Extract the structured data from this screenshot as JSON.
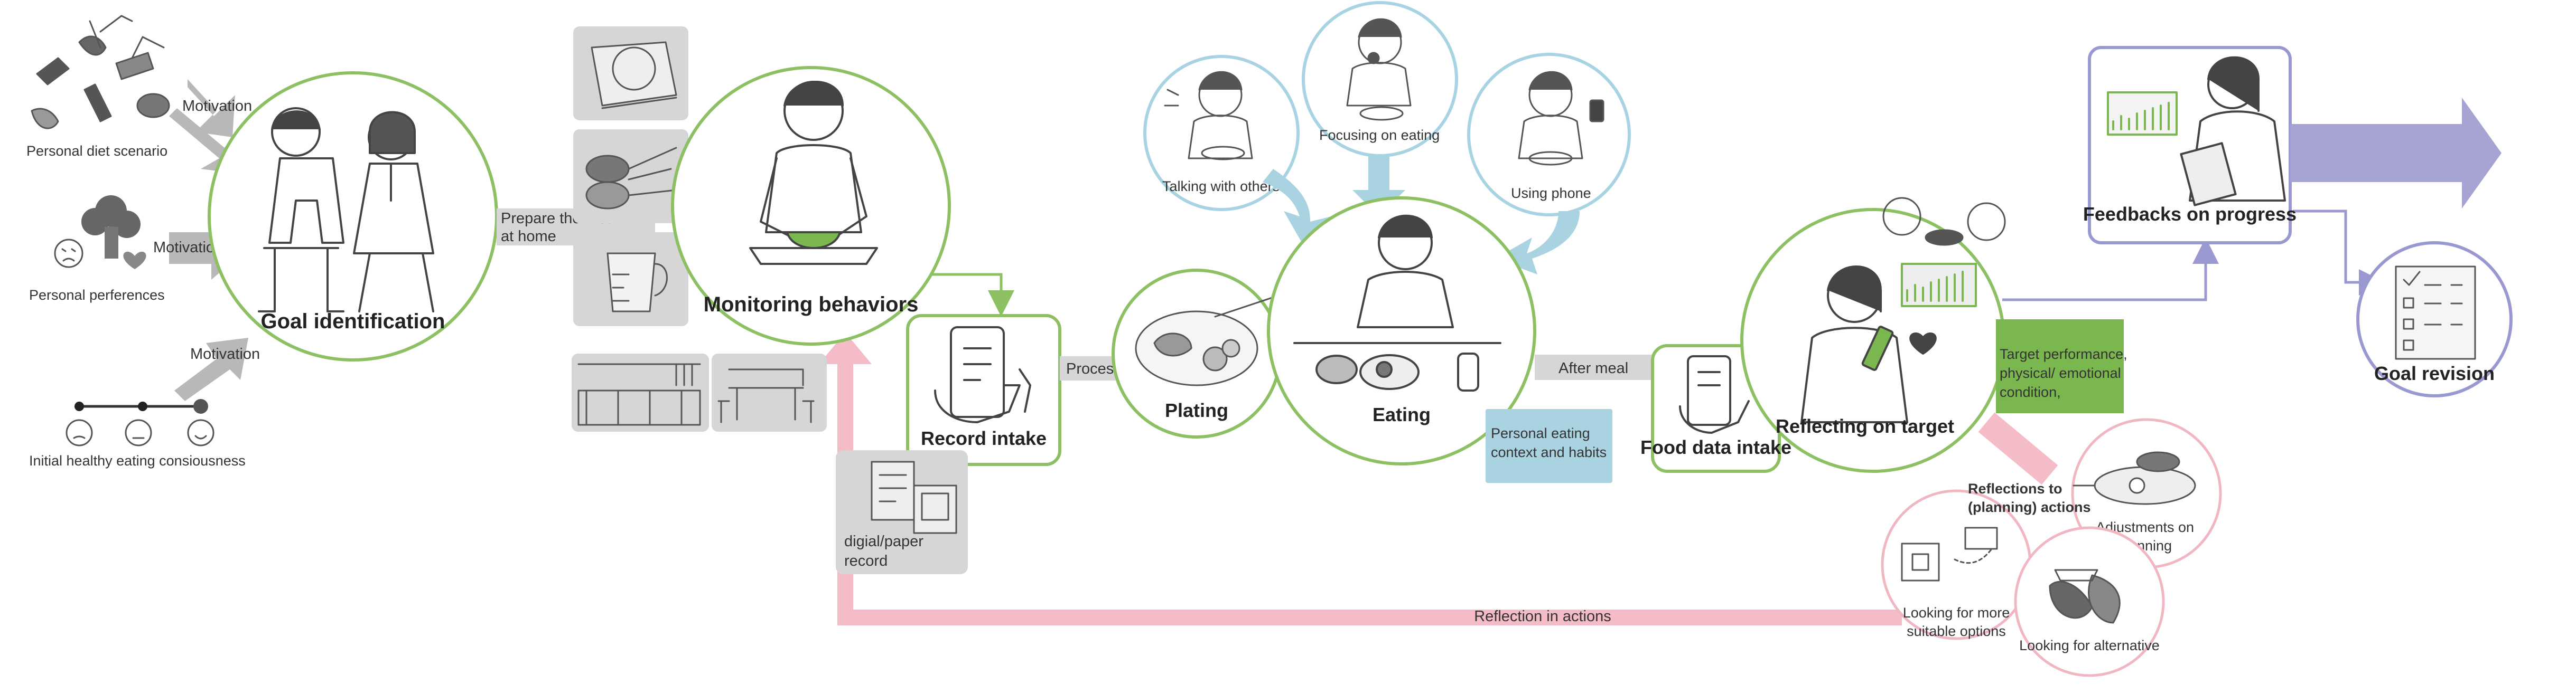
{
  "colors": {
    "green": "#8cc063",
    "green_fill": "#7ab84f",
    "blue": "#a8d3e3",
    "blue_fill": "#a9d3e0",
    "purple": "#9a98d0",
    "purple_fill": "#a5a4d2",
    "pink": "#f3bcc6",
    "pink_stroke": "#ea9fb0",
    "gray": "#c9c9c9",
    "gray_box": "#d6d6d6"
  },
  "inputs": {
    "diet_scenario": "Personal diet scenario",
    "preferences": "Personal perferences",
    "consciousness": "Initial healthy eating consiousness",
    "motivation_1": "Motivation",
    "motivation_2": "Motivation",
    "motivation_3": "Motivation"
  },
  "stages": {
    "goal_identification": "Goal identification",
    "prepare_line1": "Prepare the meal",
    "prepare_line2": "at home",
    "monitoring": "Monitoring behaviors",
    "record_intake": "Record intake",
    "process": "Process",
    "plating": "Plating",
    "eating": "Eating",
    "after_meal": "After meal",
    "food_data_intake": "Food data intake",
    "reflecting": "Reflecting on target",
    "feedbacks": "Feedbacks on progress",
    "goal_revision": "Goal revision"
  },
  "eating_context": {
    "talking": "Talking with others",
    "focusing": "Focusing on eating",
    "phone": "Using phone",
    "context_line1": "Personal eating",
    "context_line2": "context and habits"
  },
  "record": {
    "line1": "digial/paper",
    "line2": "record"
  },
  "reflection": {
    "target_line1": "Target performance,",
    "target_line2": "physical/ emotional",
    "target_line3": "condition,",
    "planning_line1": "Reflections to",
    "planning_line2": "(planning) actions",
    "adjust_line1": "Adjustments on",
    "adjust_line2": "planning",
    "options_line1": "Looking for more",
    "options_line2": "suitable options",
    "alternative": "Looking for alternative",
    "in_actions": "Reflection in actions"
  },
  "icons": {
    "vegetable_scene": "vegetable-chopping-icon",
    "broccoli": "broccoli-icon",
    "faces_scale": "emotion-scale-icon",
    "doctor_patient": "consultation-icon",
    "induction_cooker": "induction-cooker-icon",
    "measuring_cups": "measuring-cups-icon",
    "measuring_jug": "measuring-jug-icon",
    "kitchen": "kitchen-icon",
    "dining_table": "dining-table-icon",
    "cooking_person": "cooking-person-icon",
    "phone_hand": "phone-in-hand-icon",
    "plate": "plate-icon",
    "eating_person": "eating-person-icon",
    "notebook_scale": "notebook-scale-icon",
    "reflecting_person": "reflecting-person-icon",
    "nurse_chart": "nurse-chart-icon",
    "checklist": "checklist-icon",
    "frying_pan": "frying-pan-icon",
    "shop": "shop-icon",
    "vegetables": "eggplant-icon"
  }
}
